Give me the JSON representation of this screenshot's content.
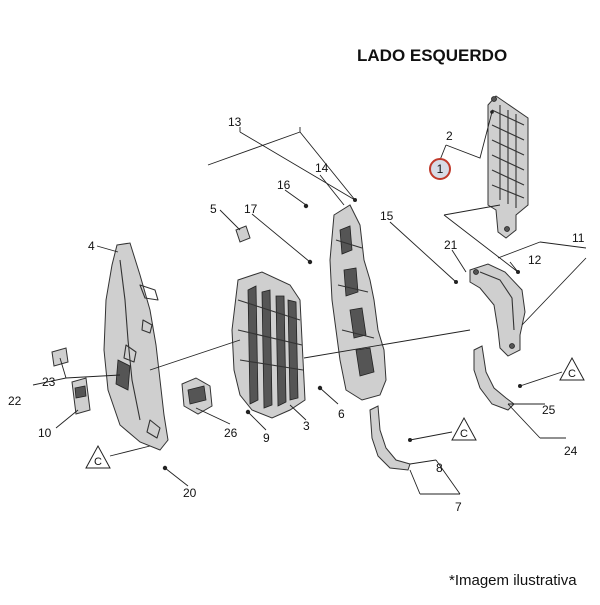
{
  "title": "LADO ESQUERDO",
  "footnote": "*Imagem ilustrativa",
  "highlighted_callout": "1",
  "callouts": {
    "c1": "1",
    "c2": "2",
    "c3": "3",
    "c4": "4",
    "c5": "5",
    "c6": "6",
    "c7": "7",
    "c8": "8",
    "c9": "9",
    "c10": "10",
    "c11": "11",
    "c12": "12",
    "c13": "13",
    "c14": "14",
    "c15": "15",
    "c16": "16",
    "c17": "17",
    "c20": "20",
    "c21": "21",
    "c22": "22",
    "c23": "23",
    "c24": "24",
    "c25": "25",
    "c26": "26"
  },
  "section_markers": {
    "left": "C",
    "middle": "C",
    "right": "C"
  },
  "colors": {
    "highlight_ring": "#c0392b",
    "highlight_fill": "#d7dbe6"
  }
}
